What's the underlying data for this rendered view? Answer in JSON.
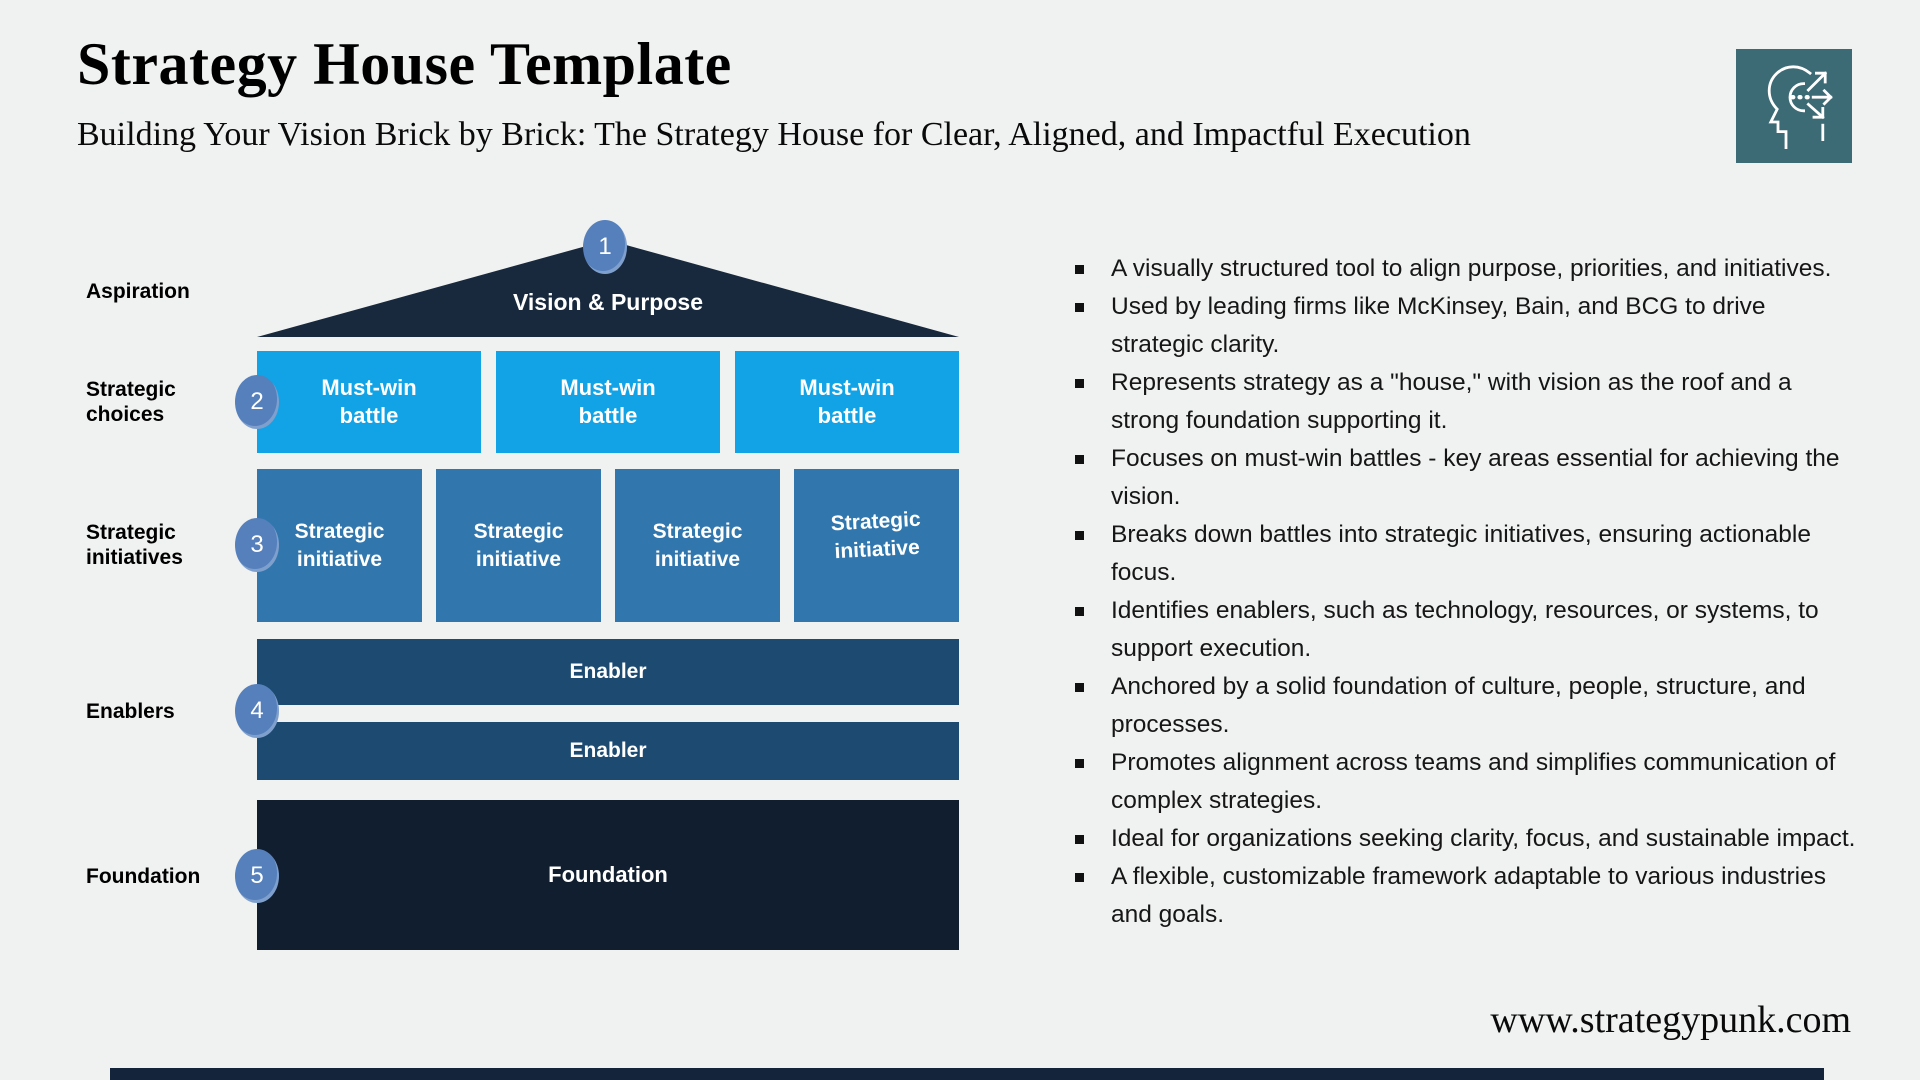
{
  "header": {
    "title": "Strategy House Template",
    "subtitle": "Building Your Vision Brick by Brick: The Strategy House for Clear, Aligned, and Impactful Execution"
  },
  "logo": {
    "icon": "head-with-arrows-icon",
    "bg_color": "#3c6a75"
  },
  "house": {
    "rows": [
      {
        "badge": "1",
        "label": "Aspiration",
        "box_label": "Vision & Purpose"
      },
      {
        "badge": "2",
        "label": "Strategic\nchoices",
        "box_label": "Must-win\nbattle",
        "box_count": 3
      },
      {
        "badge": "3",
        "label": "Strategic\ninitiatives",
        "box_label": "Strategic\ninitiative",
        "box_count": 4
      },
      {
        "badge": "4",
        "label": "Enablers",
        "box_label": "Enabler",
        "box_count": 2
      },
      {
        "badge": "5",
        "label": "Foundation",
        "box_label": "Foundation"
      }
    ],
    "colors": {
      "roof": "#18293d",
      "battle": "#12a3e6",
      "initiative": "#3177ae",
      "enabler": "#1d4a71",
      "foundation": "#101e30",
      "badge": "#5580bc",
      "background": "#f0f1f1"
    }
  },
  "bullets": [
    "A visually structured tool to align purpose, priorities, and initiatives.",
    "Used by leading firms like McKinsey, Bain, and BCG to drive strategic clarity.",
    "Represents strategy as a \"house,\" with vision as the roof and a strong foundation supporting it.",
    "Focuses on must-win battles - key areas essential for achieving the vision.",
    "Breaks down battles into strategic initiatives, ensuring actionable focus.",
    "Identifies enablers, such as technology, resources, or systems, to support execution.",
    "Anchored by a solid foundation of culture, people, structure, and processes.",
    "Promotes alignment across teams and simplifies communication of complex strategies.",
    "Ideal for organizations seeking clarity, focus, and sustainable impact.",
    "A flexible, customizable framework adaptable to various industries and goals."
  ],
  "footer": {
    "website": "www.strategypunk.com"
  }
}
